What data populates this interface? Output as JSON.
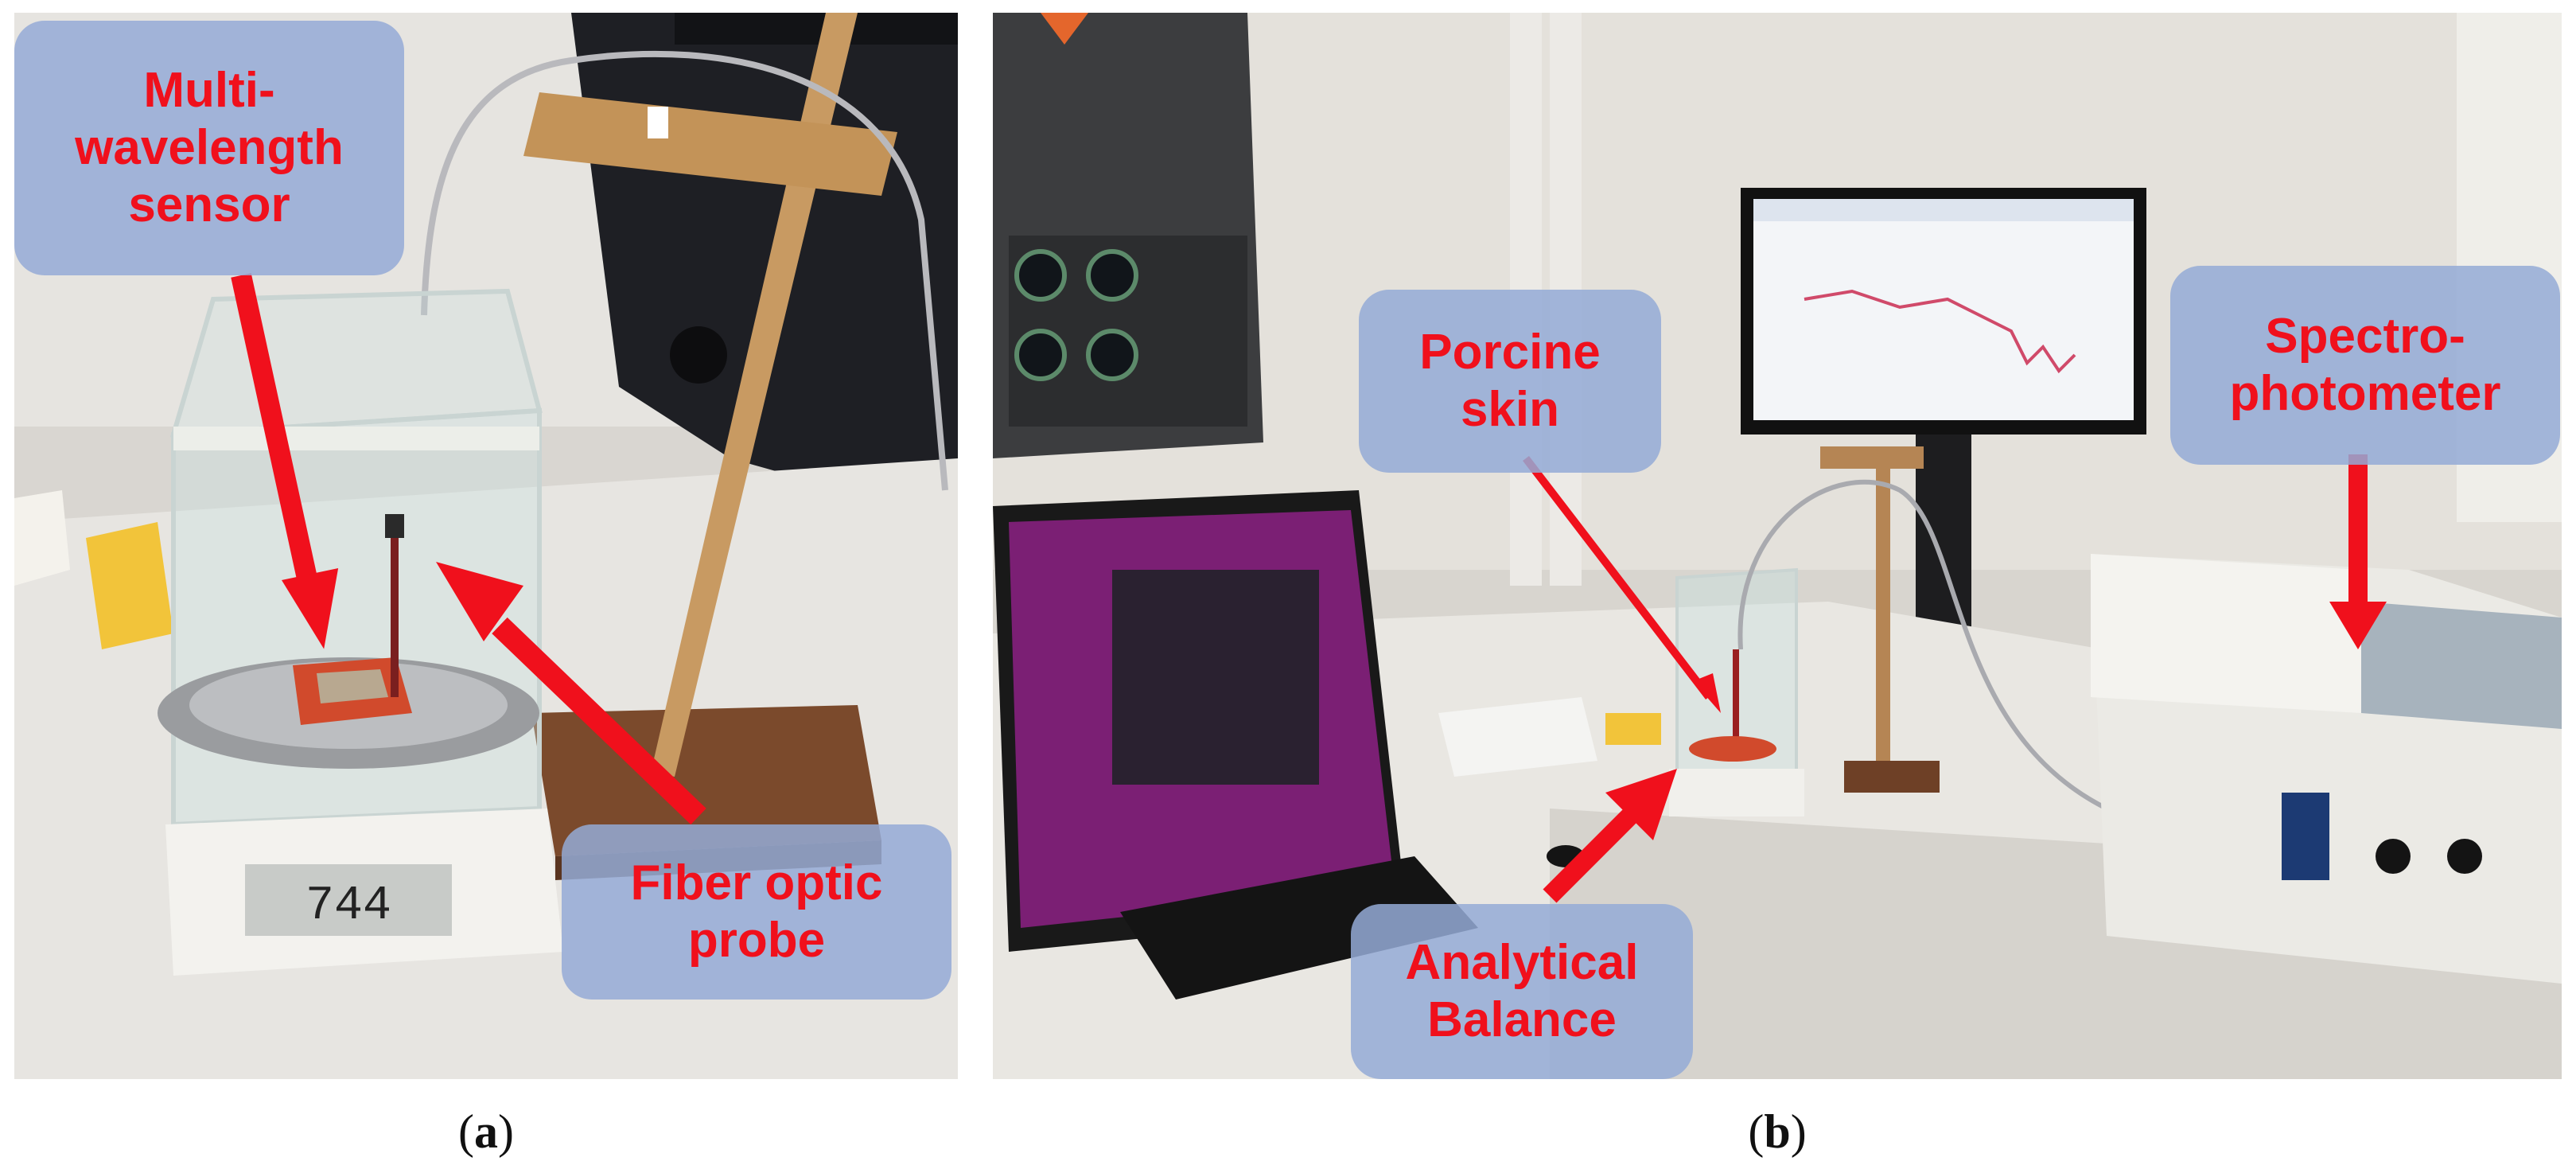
{
  "panels": [
    {
      "id": "a",
      "caption_open": "(",
      "caption_letter": "a",
      "caption_close": ")",
      "labels": {
        "sensor": "Multi-\nwavelength\nsensor",
        "probe": "Fiber optic\nprobe"
      },
      "balance_display": "744"
    },
    {
      "id": "b",
      "caption_open": "(",
      "caption_letter": "b",
      "caption_close": ")",
      "labels": {
        "skin": "Porcine\nskin",
        "spectro": "Spectro-\nphotometer",
        "balance": "Analytical\nBalance"
      }
    }
  ],
  "colors": {
    "label_text": "#f0101c",
    "label_box": "#94aad6",
    "arrow": "#f0101c"
  }
}
